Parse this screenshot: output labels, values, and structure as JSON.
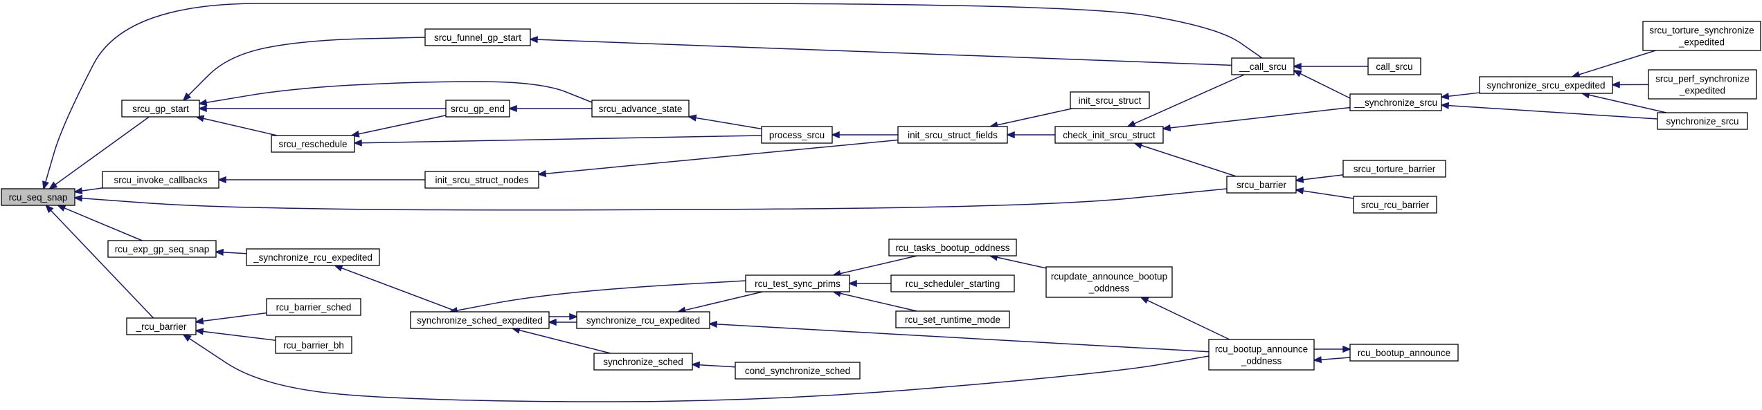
{
  "title": "",
  "colors": {
    "edge": "#191970",
    "node_border": "#000000",
    "node_fill": "#ffffff",
    "root_fill": "#bfbfbf",
    "background": "#ffffff"
  },
  "nodes": [
    {
      "id": "rcu_seq_snap",
      "lines": [
        "rcu_seq_snap"
      ],
      "root": true
    },
    {
      "id": "srcu_gp_start",
      "lines": [
        "srcu_gp_start"
      ]
    },
    {
      "id": "srcu_invoke_callbacks",
      "lines": [
        "srcu_invoke_callbacks"
      ]
    },
    {
      "id": "rcu_exp_gp_seq_snap",
      "lines": [
        "rcu_exp_gp_seq_snap"
      ]
    },
    {
      "id": "_rcu_barrier",
      "lines": [
        "_rcu_barrier"
      ]
    },
    {
      "id": "srcu_funnel_gp_start",
      "lines": [
        "srcu_funnel_gp_start"
      ]
    },
    {
      "id": "srcu_reschedule",
      "lines": [
        "srcu_reschedule"
      ]
    },
    {
      "id": "srcu_gp_end",
      "lines": [
        "srcu_gp_end"
      ]
    },
    {
      "id": "srcu_advance_state",
      "lines": [
        "srcu_advance_state"
      ]
    },
    {
      "id": "init_srcu_struct_nodes",
      "lines": [
        "init_srcu_struct_nodes"
      ]
    },
    {
      "id": "_synchronize_rcu_expedited",
      "lines": [
        "_synchronize_rcu_expedited"
      ]
    },
    {
      "id": "rcu_barrier_sched",
      "lines": [
        "rcu_barrier_sched"
      ]
    },
    {
      "id": "rcu_barrier_bh",
      "lines": [
        "rcu_barrier_bh"
      ]
    },
    {
      "id": "process_srcu",
      "lines": [
        "process_srcu"
      ]
    },
    {
      "id": "init_srcu_struct_fields",
      "lines": [
        "init_srcu_struct_fields"
      ]
    },
    {
      "id": "synchronize_sched_expedited",
      "lines": [
        "synchronize_sched_expedited"
      ]
    },
    {
      "id": "synchronize_rcu_expedited",
      "lines": [
        "synchronize_rcu_expedited"
      ]
    },
    {
      "id": "synchronize_sched",
      "lines": [
        "synchronize_sched"
      ]
    },
    {
      "id": "rcu_test_sync_prims",
      "lines": [
        "rcu_test_sync_prims"
      ]
    },
    {
      "id": "cond_synchronize_sched",
      "lines": [
        "cond_synchronize_sched"
      ]
    },
    {
      "id": "rcu_tasks_bootup_oddness",
      "lines": [
        "rcu_tasks_bootup_oddness"
      ]
    },
    {
      "id": "rcu_scheduler_starting",
      "lines": [
        "rcu_scheduler_starting"
      ]
    },
    {
      "id": "rcu_set_runtime_mode",
      "lines": [
        "rcu_set_runtime_mode"
      ]
    },
    {
      "id": "init_srcu_struct",
      "lines": [
        "init_srcu_struct"
      ]
    },
    {
      "id": "check_init_srcu_struct",
      "lines": [
        "check_init_srcu_struct"
      ]
    },
    {
      "id": "rcupdate_announce_bootup_oddness",
      "lines": [
        "rcupdate_announce_bootup",
        "_oddness"
      ]
    },
    {
      "id": "__call_srcu",
      "lines": [
        "__call_srcu"
      ]
    },
    {
      "id": "srcu_barrier",
      "lines": [
        "srcu_barrier"
      ]
    },
    {
      "id": "rcu_bootup_announce_oddness",
      "lines": [
        "rcu_bootup_announce",
        "_oddness"
      ]
    },
    {
      "id": "call_srcu",
      "lines": [
        "call_srcu"
      ]
    },
    {
      "id": "__synchronize_srcu",
      "lines": [
        "__synchronize_srcu"
      ]
    },
    {
      "id": "srcu_torture_barrier",
      "lines": [
        "srcu_torture_barrier"
      ]
    },
    {
      "id": "srcu_rcu_barrier",
      "lines": [
        "srcu_rcu_barrier"
      ]
    },
    {
      "id": "rcu_bootup_announce",
      "lines": [
        "rcu_bootup_announce"
      ]
    },
    {
      "id": "synchronize_srcu_expedited",
      "lines": [
        "synchronize_srcu_expedited"
      ]
    },
    {
      "id": "srcu_torture_synchronize_expedited",
      "lines": [
        "srcu_torture_synchronize",
        "_expedited"
      ]
    },
    {
      "id": "srcu_perf_synchronize_expedited",
      "lines": [
        "srcu_perf_synchronize",
        "_expedited"
      ]
    },
    {
      "id": "synchronize_srcu",
      "lines": [
        "synchronize_srcu"
      ]
    }
  ],
  "edges": [
    {
      "from": "srcu_gp_start",
      "to": "rcu_seq_snap"
    },
    {
      "from": "srcu_invoke_callbacks",
      "to": "rcu_seq_snap"
    },
    {
      "from": "rcu_exp_gp_seq_snap",
      "to": "rcu_seq_snap"
    },
    {
      "from": "_rcu_barrier",
      "to": "rcu_seq_snap"
    },
    {
      "from": "__call_srcu",
      "to": "rcu_seq_snap"
    },
    {
      "from": "srcu_barrier",
      "to": "rcu_seq_snap"
    },
    {
      "from": "srcu_funnel_gp_start",
      "to": "srcu_gp_start"
    },
    {
      "from": "srcu_advance_state",
      "to": "srcu_gp_start"
    },
    {
      "from": "srcu_gp_end",
      "to": "srcu_gp_start"
    },
    {
      "from": "srcu_reschedule",
      "to": "srcu_gp_start"
    },
    {
      "from": "__call_srcu",
      "to": "srcu_funnel_gp_start"
    },
    {
      "from": "srcu_gp_end",
      "to": "srcu_reschedule"
    },
    {
      "from": "process_srcu",
      "to": "srcu_reschedule"
    },
    {
      "from": "srcu_advance_state",
      "to": "srcu_gp_end"
    },
    {
      "from": "process_srcu",
      "to": "srcu_advance_state"
    },
    {
      "from": "init_srcu_struct_fields",
      "to": "process_srcu"
    },
    {
      "from": "init_srcu_struct_nodes",
      "to": "srcu_invoke_callbacks"
    },
    {
      "from": "init_srcu_struct_fields",
      "to": "init_srcu_struct_nodes"
    },
    {
      "from": "init_srcu_struct",
      "to": "init_srcu_struct_fields"
    },
    {
      "from": "check_init_srcu_struct",
      "to": "init_srcu_struct_fields"
    },
    {
      "from": "__call_srcu",
      "to": "check_init_srcu_struct"
    },
    {
      "from": "__synchronize_srcu",
      "to": "check_init_srcu_struct"
    },
    {
      "from": "srcu_barrier",
      "to": "check_init_srcu_struct"
    },
    {
      "from": "call_srcu",
      "to": "__call_srcu"
    },
    {
      "from": "__synchronize_srcu",
      "to": "__call_srcu"
    },
    {
      "from": "synchronize_srcu_expedited",
      "to": "__synchronize_srcu"
    },
    {
      "from": "synchronize_srcu",
      "to": "__synchronize_srcu"
    },
    {
      "from": "srcu_torture_synchronize_expedited",
      "to": "synchronize_srcu_expedited"
    },
    {
      "from": "srcu_perf_synchronize_expedited",
      "to": "synchronize_srcu_expedited"
    },
    {
      "from": "synchronize_srcu",
      "to": "synchronize_srcu_expedited"
    },
    {
      "from": "srcu_torture_barrier",
      "to": "srcu_barrier"
    },
    {
      "from": "srcu_rcu_barrier",
      "to": "srcu_barrier"
    },
    {
      "from": "_synchronize_rcu_expedited",
      "to": "rcu_exp_gp_seq_snap"
    },
    {
      "from": "synchronize_sched_expedited",
      "to": "_synchronize_rcu_expedited"
    },
    {
      "from": "rcu_test_sync_prims",
      "to": "synchronize_sched_expedited"
    },
    {
      "from": "synchronize_rcu_expedited",
      "to": "synchronize_sched_expedited"
    },
    {
      "from": "synchronize_sched",
      "to": "synchronize_sched_expedited"
    },
    {
      "from": "synchronize_sched_expedited",
      "to": "synchronize_rcu_expedited"
    },
    {
      "from": "rcu_test_sync_prims",
      "to": "synchronize_rcu_expedited"
    },
    {
      "from": "rcu_bootup_announce_oddness",
      "to": "synchronize_rcu_expedited"
    },
    {
      "from": "cond_synchronize_sched",
      "to": "synchronize_sched"
    },
    {
      "from": "rcu_tasks_bootup_oddness",
      "to": "rcu_test_sync_prims"
    },
    {
      "from": "rcu_scheduler_starting",
      "to": "rcu_test_sync_prims"
    },
    {
      "from": "rcu_set_runtime_mode",
      "to": "rcu_test_sync_prims"
    },
    {
      "from": "rcupdate_announce_bootup_oddness",
      "to": "rcu_tasks_bootup_oddness"
    },
    {
      "from": "rcu_bootup_announce_oddness",
      "to": "rcupdate_announce_bootup_oddness"
    },
    {
      "from": "rcu_bootup_announce",
      "to": "rcu_bootup_announce_oddness"
    },
    {
      "from": "rcu_bootup_announce_oddness",
      "to": "rcu_bootup_announce"
    },
    {
      "from": "rcu_barrier_sched",
      "to": "_rcu_barrier"
    },
    {
      "from": "rcu_barrier_bh",
      "to": "_rcu_barrier"
    },
    {
      "from": "rcu_bootup_announce_oddness",
      "to": "_rcu_barrier"
    }
  ]
}
